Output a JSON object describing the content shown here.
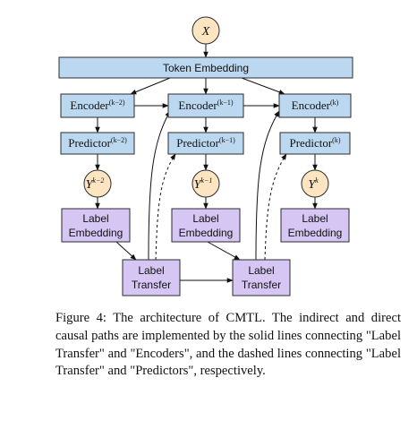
{
  "diagram": {
    "input_label": "X",
    "token_embedding": "Token Embedding",
    "encoder_label": "Encoder",
    "predictor_label": "Predictor",
    "columns": [
      {
        "superscript": "(k−2)",
        "output_sup": "k−2"
      },
      {
        "superscript": "(k−1)",
        "output_sup": "k−1"
      },
      {
        "superscript": "(k)",
        "output_sup": "k"
      }
    ],
    "output_var": "Y",
    "label_embedding": [
      "Label",
      "Embedding"
    ],
    "label_transfer": [
      "Label",
      "Transfer"
    ]
  },
  "caption": "Figure 4: The architecture of CMTL. The indirect and direct causal paths are implemented by the solid lines connecting \"Label Transfer\" and \"Encoders\", and the dashed lines connecting \"Label Transfer\" and \"Predictors\", respectively.",
  "colors": {
    "encoder_fill": "#bcd8f0",
    "label_fill": "#d6c6f4",
    "variable_fill": "#fde5c2"
  }
}
